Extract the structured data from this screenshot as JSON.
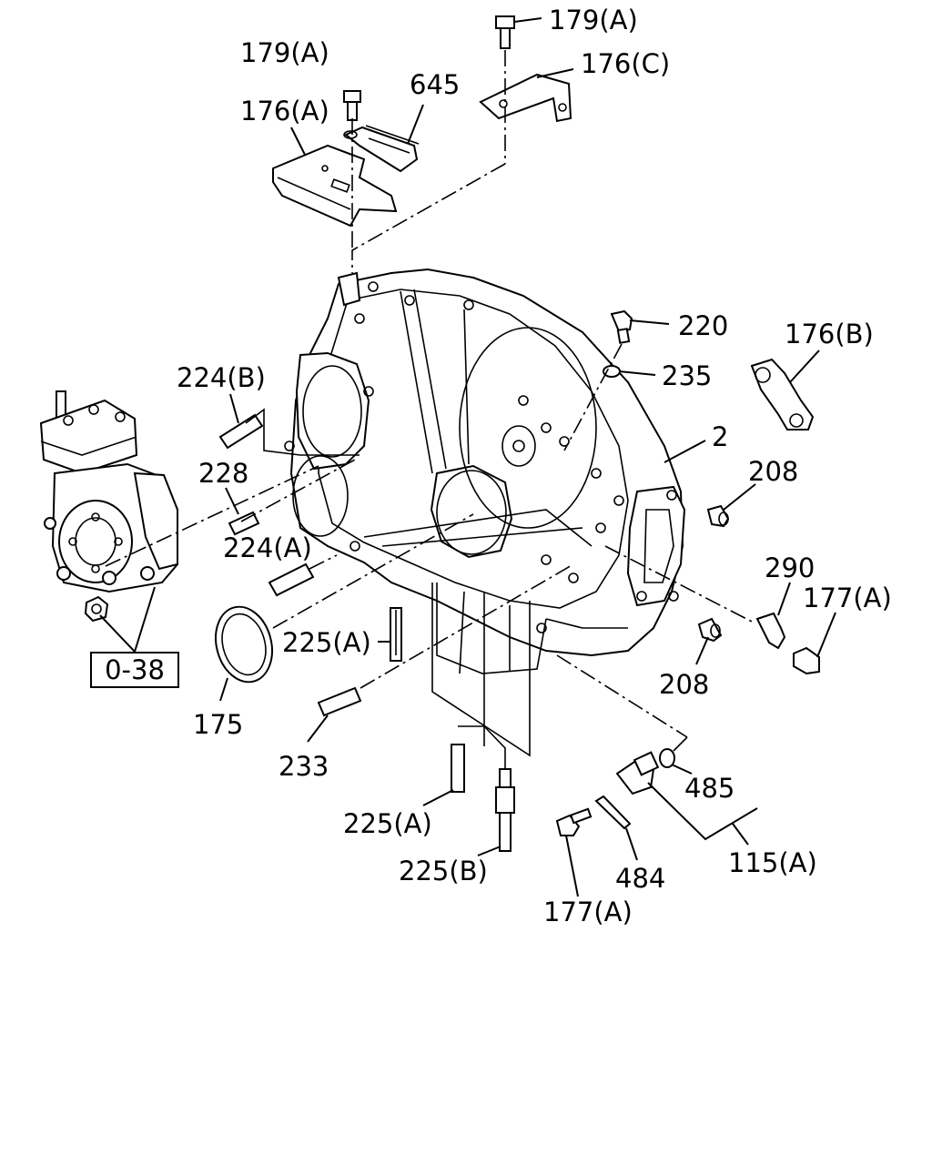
{
  "callouts": {
    "c179a_top": "179(A)",
    "c176c": "176(C)",
    "c179a_left": "179(A)",
    "c645": "645",
    "c176a": "176(A)",
    "c220": "220",
    "c176b": "176(B)",
    "c235": "235",
    "c224b": "224(B)",
    "c2": "2",
    "c208_top": "208",
    "c228": "228",
    "c224a": "224(A)",
    "c290": "290",
    "c177a_right": "177(A)",
    "c225a_mid": "225(A)",
    "c208_bot": "208",
    "c175": "175",
    "c233": "233",
    "c485": "485",
    "c225a_bot": "225(A)",
    "c225b": "225(B)",
    "c484": "484",
    "c115a": "115(A)",
    "c177a_bot": "177(A)"
  },
  "ref_box": {
    "label": "0-38"
  }
}
